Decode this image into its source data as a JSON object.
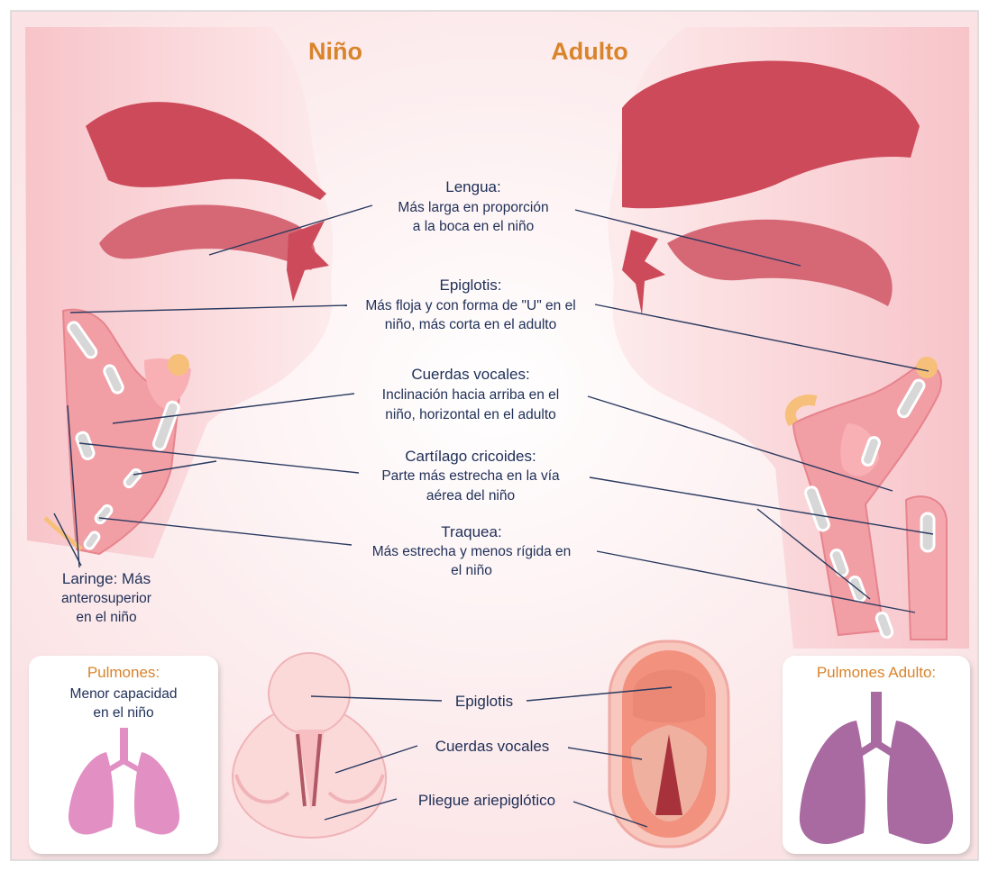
{
  "titles": {
    "child": "Niño",
    "adult": "Adulto"
  },
  "labels": {
    "lengua": {
      "title": "Lengua:",
      "lines": [
        "Más larga en proporción",
        "a la boca en el niño"
      ]
    },
    "epiglotis": {
      "title": "Epiglotis:",
      "lines": [
        "Más floja y con forma de \"U\" en el",
        "niño, más corta en el adulto"
      ]
    },
    "cuerdas": {
      "title": "Cuerdas vocales:",
      "lines": [
        "Inclinación hacia arriba en el",
        "niño, horizontal en el adulto"
      ]
    },
    "cricoides": {
      "title": "Cartílago cricoides:",
      "lines": [
        "Parte más estrecha en la vía",
        "aérea del niño"
      ]
    },
    "traquea": {
      "title": "Traquea:",
      "lines": [
        "Más estrecha y menos rígida en",
        "el niño"
      ]
    },
    "laringe": {
      "lines": [
        "Laringe: Más",
        "anterosuperior",
        "en el niño"
      ]
    }
  },
  "bottom": {
    "lungs_child": {
      "title": "Pulmones:",
      "lines": [
        "Menor capacidad",
        "en el niño"
      ]
    },
    "lungs_adult": {
      "title": "Pulmones Adulto:"
    },
    "center_labels": [
      "Epiglotis",
      "Cuerdas vocales",
      "Pliegue ariepiglótico"
    ]
  },
  "colors": {
    "title_orange": "#d9832b",
    "label_navy": "#1f2f57",
    "tissue_pink": "#f6c9cd",
    "tissue_dark": "#cd4a5a",
    "lung_child": "#e28fc4",
    "lung_adult": "#a86aa0"
  }
}
